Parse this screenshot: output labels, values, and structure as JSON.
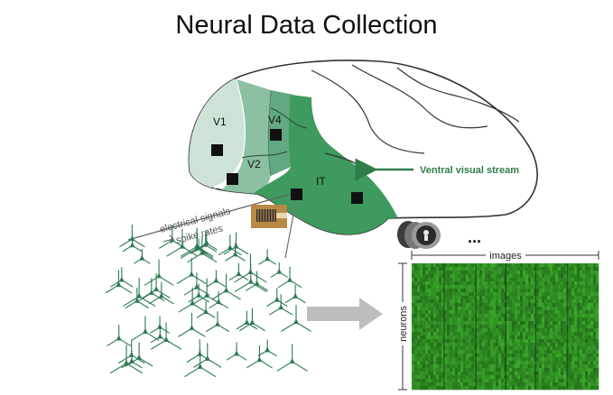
{
  "title": "Neural Data Collection",
  "labels": {
    "v1": "V1",
    "v2": "V2",
    "v4": "V4",
    "it": "IT",
    "ventral_stream": "Ventral visual stream",
    "electrical_signals": "electrical signals",
    "spike_rates": "spike rates",
    "images": "images",
    "neurons": "neurons",
    "ellipsis": "..."
  },
  "colors": {
    "brain_outline": "#333333",
    "v1_region": "#cde3d6",
    "v2_region": "#8cc0a2",
    "it_region": "#3e9a5e",
    "stream_arrow": "#2f7d4a",
    "neuron": "#2e7a52",
    "heatmap_bg": "#1a5a1f",
    "heatmap_band": "#3f9a35",
    "gray_arrow": "#bdbdbd"
  },
  "icons": [
    "electrode-array-icon",
    "image-stimulus-icon",
    "neuron-icon"
  ]
}
